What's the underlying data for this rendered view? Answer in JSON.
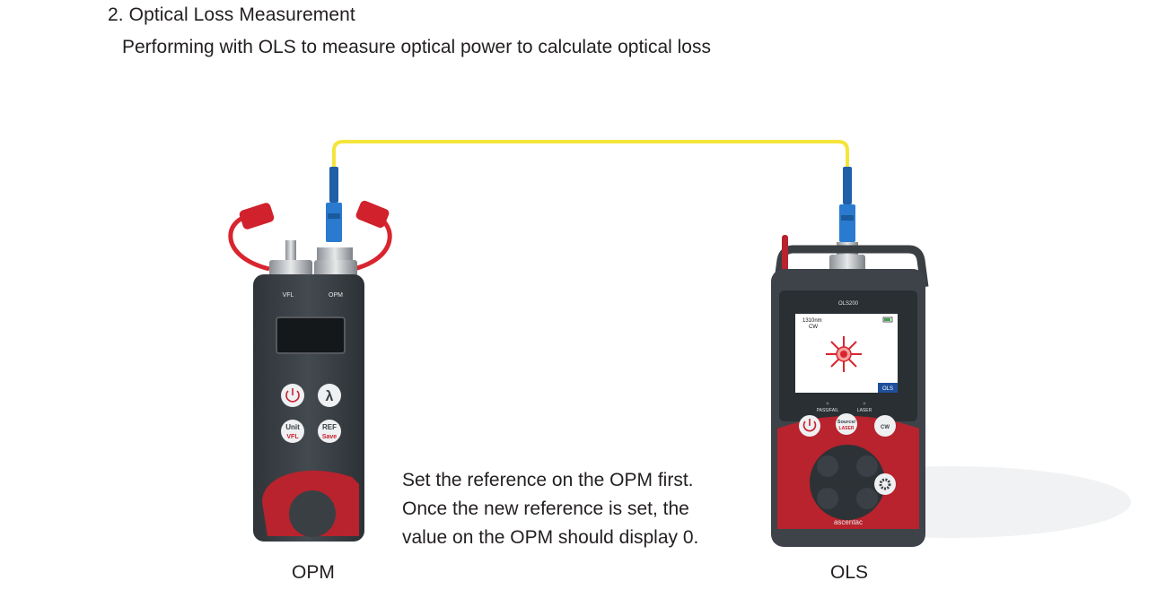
{
  "section": {
    "heading": "2. Optical Loss Measurement",
    "subheading": "Performing with OLS to measure optical power to calculate optical loss"
  },
  "note": {
    "lines": [
      "Set the reference on the OPM first.",
      "Once the new reference is set, the",
      "value on the OPM should display 0."
    ]
  },
  "captions": {
    "opm": "OPM",
    "ols": "OLS"
  },
  "opm_device": {
    "port_left": "VFL",
    "port_right": "OPM",
    "lambda_key": "λ",
    "unit_key": "Unit",
    "unit_key_sub": "VFL",
    "ref_key": "REF",
    "ref_key_sub": "Save"
  },
  "ols_device": {
    "model": "OLS200",
    "wavelength": "1310nm",
    "mode": "CW",
    "mode_tab": "OLS",
    "led_passfail": "PASS/FAIL",
    "led_laser": "LASER",
    "source_key": "Source/",
    "source_key_sub": "LASER",
    "cw_key": "CW",
    "brand": "ascentac"
  },
  "colors": {
    "fiber": "#f5e43a",
    "connector": "#1f6fbf",
    "device_body": "#3a3f44",
    "accent_red": "#c8202e"
  }
}
